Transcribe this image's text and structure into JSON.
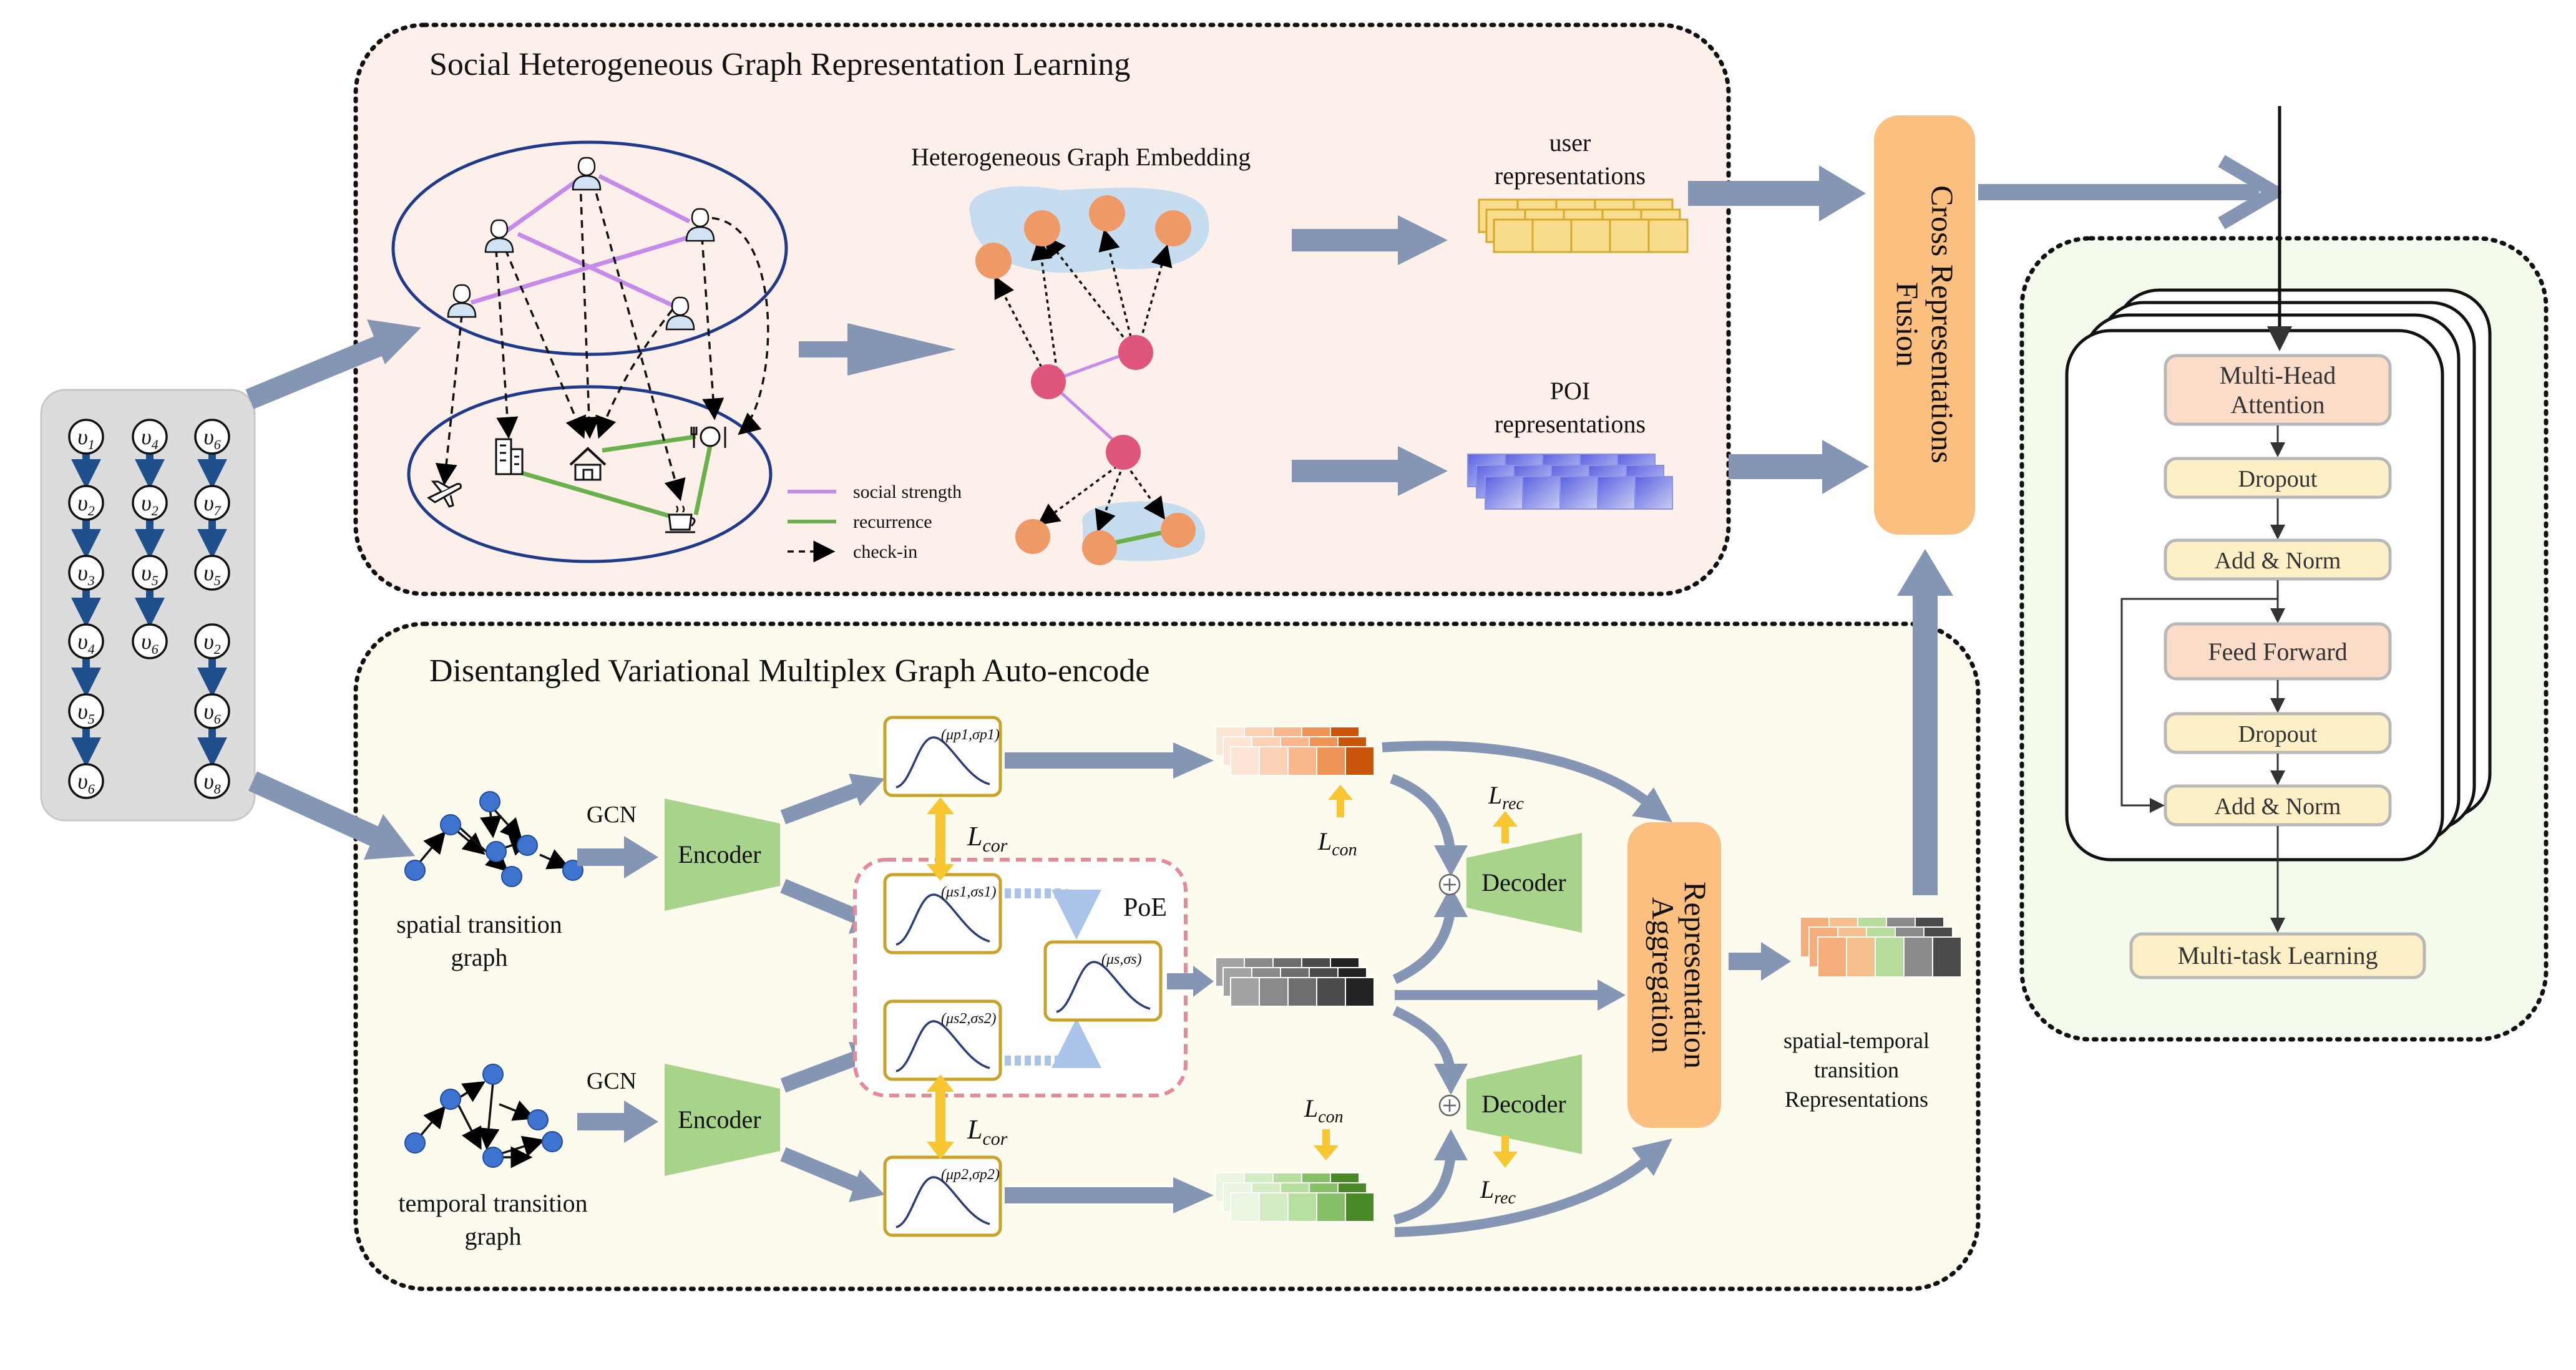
{
  "panels": {
    "social_title": "Social Heterogeneous Graph Representation Learning",
    "dvmgae_title": "Disentangled Variational Multiplex Graph Auto-encode"
  },
  "sequences": [
    [
      "v1",
      "v2",
      "v3",
      "v4",
      "v5",
      "v6"
    ],
    [
      "v4",
      "v2",
      "v5",
      "v6"
    ],
    [
      "v6",
      "v7",
      "v5",
      "v2",
      "v6",
      "v8"
    ]
  ],
  "sequence_labels": {
    "col1": [
      "υ1",
      "υ2",
      "υ3",
      "υ4",
      "υ5",
      "υ6"
    ],
    "col2": [
      "υ4",
      "υ2",
      "υ5",
      "υ6"
    ],
    "col3": [
      "υ6",
      "υ7",
      "υ5",
      "υ2",
      "υ6",
      "υ8"
    ]
  },
  "social": {
    "heg_title": "Heterogeneous Graph Embedding",
    "legend": {
      "social": "social strength",
      "recurrence": "recurrence",
      "checkin": "check-in"
    },
    "user_rep": [
      "user",
      "representations"
    ],
    "poi_rep": [
      "POI",
      "representations"
    ]
  },
  "fusion": {
    "line1": "Cross Representations",
    "line2": "Fusion"
  },
  "aggregation": {
    "line1": "Representation",
    "line2": "Aggregation"
  },
  "dvmgae": {
    "spatial_graph": [
      "spatial transition",
      "graph"
    ],
    "temporal_graph": [
      "temporal transition",
      "graph"
    ],
    "gcn": "GCN",
    "encoder": "Encoder",
    "decoder": "Decoder",
    "poe": "PoE",
    "dist_p1": "(μp1,σp1)",
    "dist_s1": "(μs1,σs1)",
    "dist_s2": "(μs2,σs2)",
    "dist_s": "(μs,σs)",
    "dist_p2": "(μp2,σp2)",
    "loss_cor": "L",
    "loss_cor_sub": "cor",
    "loss_con": "L",
    "loss_con_sub": "con",
    "loss_rec": "L",
    "loss_rec_sub": "rec",
    "st_rep": [
      "spatial-temporal",
      "transition",
      "Representations"
    ]
  },
  "transformer": {
    "mha": [
      "Multi-Head",
      "Attention"
    ],
    "dropout1": "Dropout",
    "addnorm1": "Add & Norm",
    "ff": "Feed Forward",
    "dropout2": "Dropout",
    "addnorm2": "Add & Norm",
    "mtl": "Multi-task Learning"
  },
  "colors": {
    "arrow": "#8496b4",
    "orange_block": "#fbbf80",
    "encoder_green": "#a8d38a",
    "social_line": "#c58be8",
    "recurrence_line": "#6ab04c",
    "gold": "#f7c631",
    "panel_social_bg": "#fdf0ea",
    "panel_dvm_bg": "#fdfaee",
    "panel_trans_bg": "#f3fbec"
  }
}
